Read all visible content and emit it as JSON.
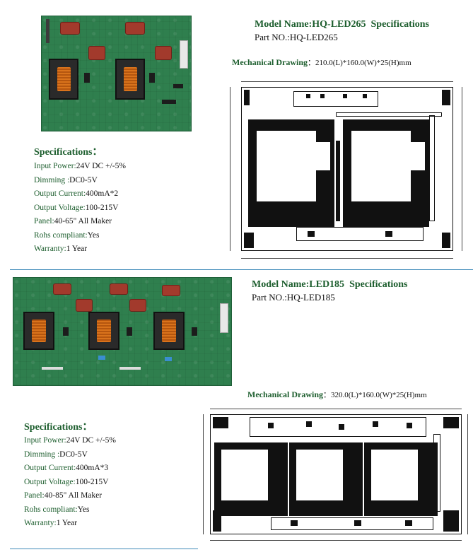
{
  "sections": [
    {
      "model_prefix": "Model Name:",
      "model_name": "HQ-LED265",
      "model_suffix": "Specifications",
      "part_prefix": "Part NO.:",
      "part_no": "HQ-LED265",
      "mech_label": "Mechanical Drawing",
      "mech_value": "：210.0(L)*160.0(W)*25(H)mm",
      "spec_heading": "Specifications：",
      "specs": [
        {
          "k": "Input  Power:",
          "v": "24V DC +/-5%"
        },
        {
          "k": "Dimming  :",
          "v": "DC0-5V"
        },
        {
          "k": "Output Current:",
          "v": "400mA*2"
        },
        {
          "k": "Output Voltage:",
          "v": "100-215V"
        },
        {
          "k": "Panel:",
          "v": "40-65\" All Maker"
        },
        {
          "k": "Rohs compliant:",
          "v": "Yes"
        },
        {
          "k": "Warranty:",
          "v": "1 Year"
        }
      ]
    },
    {
      "model_prefix": "Model Name:",
      "model_name": "LED185",
      "model_suffix": "Specifications",
      "part_prefix": "Part NO.:",
      "part_no": "HQ-LED185",
      "mech_label": "Mechanical Drawing",
      "mech_value": "：320.0(L)*160.0(W)*25(H)mm",
      "spec_heading": "Specifications：",
      "specs": [
        {
          "k": "Input  Power:",
          "v": "24V DC +/-5%"
        },
        {
          "k": "Dimming  :",
          "v": "DC0-5V"
        },
        {
          "k": "Output Current:",
          "v": "400mA*3"
        },
        {
          "k": "Output Voltage:",
          "v": "100-215V"
        },
        {
          "k": "Panel:",
          "v": "40-85\" All Maker"
        },
        {
          "k": "Rohs compliant:",
          "v": "Yes"
        },
        {
          "k": "Warranty:",
          "v": "1 Year"
        }
      ]
    }
  ],
  "colors": {
    "heading": "#1d5e2e",
    "divider": "#3d8ab8",
    "pcb": "#2f7f4e"
  }
}
